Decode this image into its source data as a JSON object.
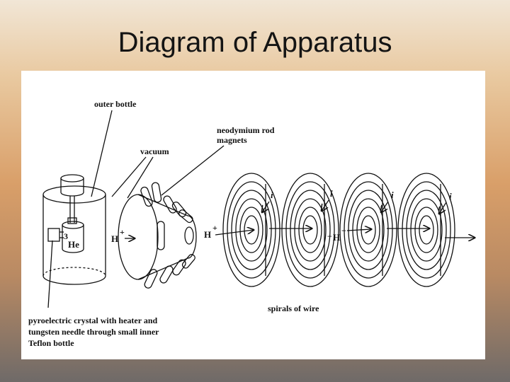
{
  "slide": {
    "title": "Diagram of Apparatus"
  },
  "diagram": {
    "labels": {
      "outer_bottle": "outer bottle",
      "vacuum": "vacuum",
      "magnets_line1": "neodymium rod",
      "magnets_line2": "magnets",
      "crystal_line1": "pyroelectric crystal with heater and",
      "crystal_line2": "tungsten needle through small inner",
      "crystal_line3": "Teflon bottle",
      "spirals": "spirals of wire",
      "he3_super": "3",
      "he3_text": "He",
      "h_plus_1": "H",
      "h_plus_2": "H",
      "h_minus": "H",
      "plus": "+",
      "minus": "−",
      "current": "i"
    }
  }
}
